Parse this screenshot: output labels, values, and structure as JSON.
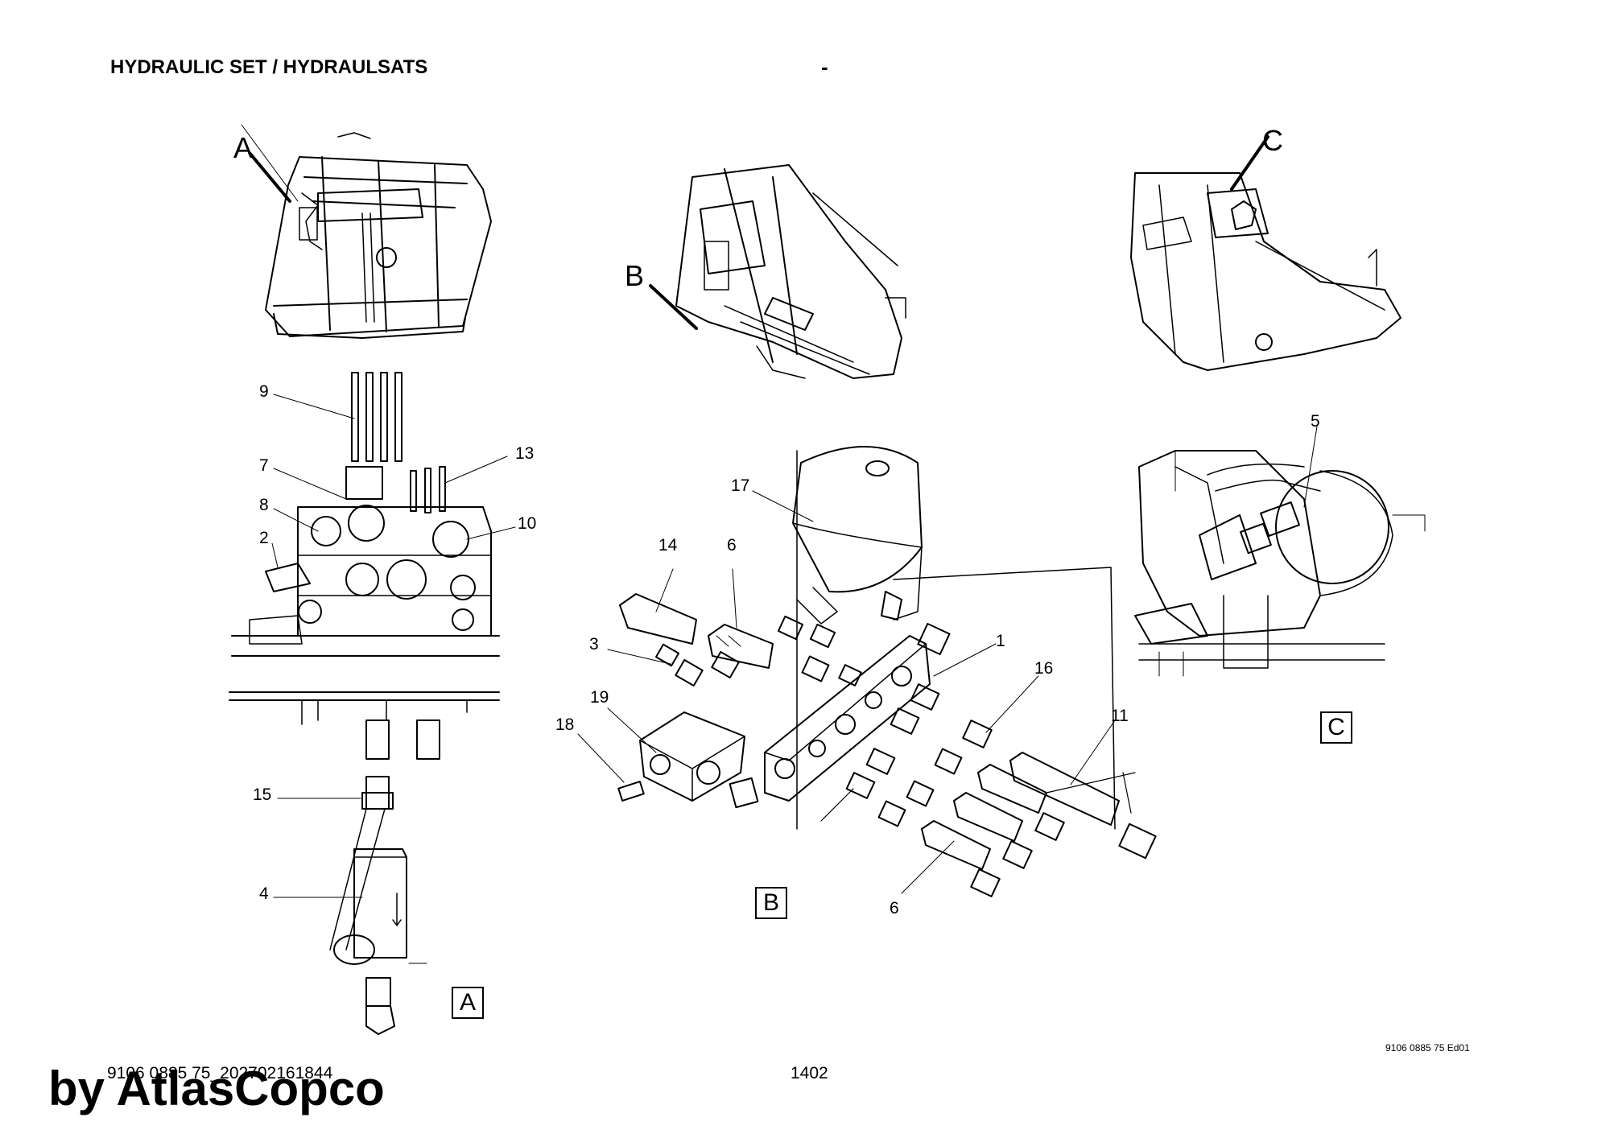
{
  "header": {
    "title": "HYDRAULIC SET / HYDRAULSATS",
    "dash": "-"
  },
  "views": {
    "A": {
      "letter": "A",
      "box": "A"
    },
    "B": {
      "letter": "B",
      "box": "B"
    },
    "C": {
      "letter": "C",
      "box": "C"
    }
  },
  "callouts": {
    "c9": "9",
    "c7": "7",
    "c8": "8",
    "c2": "2",
    "c13": "13",
    "c10": "10",
    "c15": "15",
    "c4": "4",
    "c17": "17",
    "c14": "14",
    "c6a": "6",
    "c3": "3",
    "c19": "19",
    "c18": "18",
    "c1": "1",
    "c16": "16",
    "c11": "11",
    "c6b": "6",
    "c5": "5"
  },
  "footer": {
    "doc_ref": "9106 0885 75 Ed01",
    "code": "9106 0885 75_202702161844",
    "page": "1402",
    "watermark": "by AtlasCopco"
  }
}
